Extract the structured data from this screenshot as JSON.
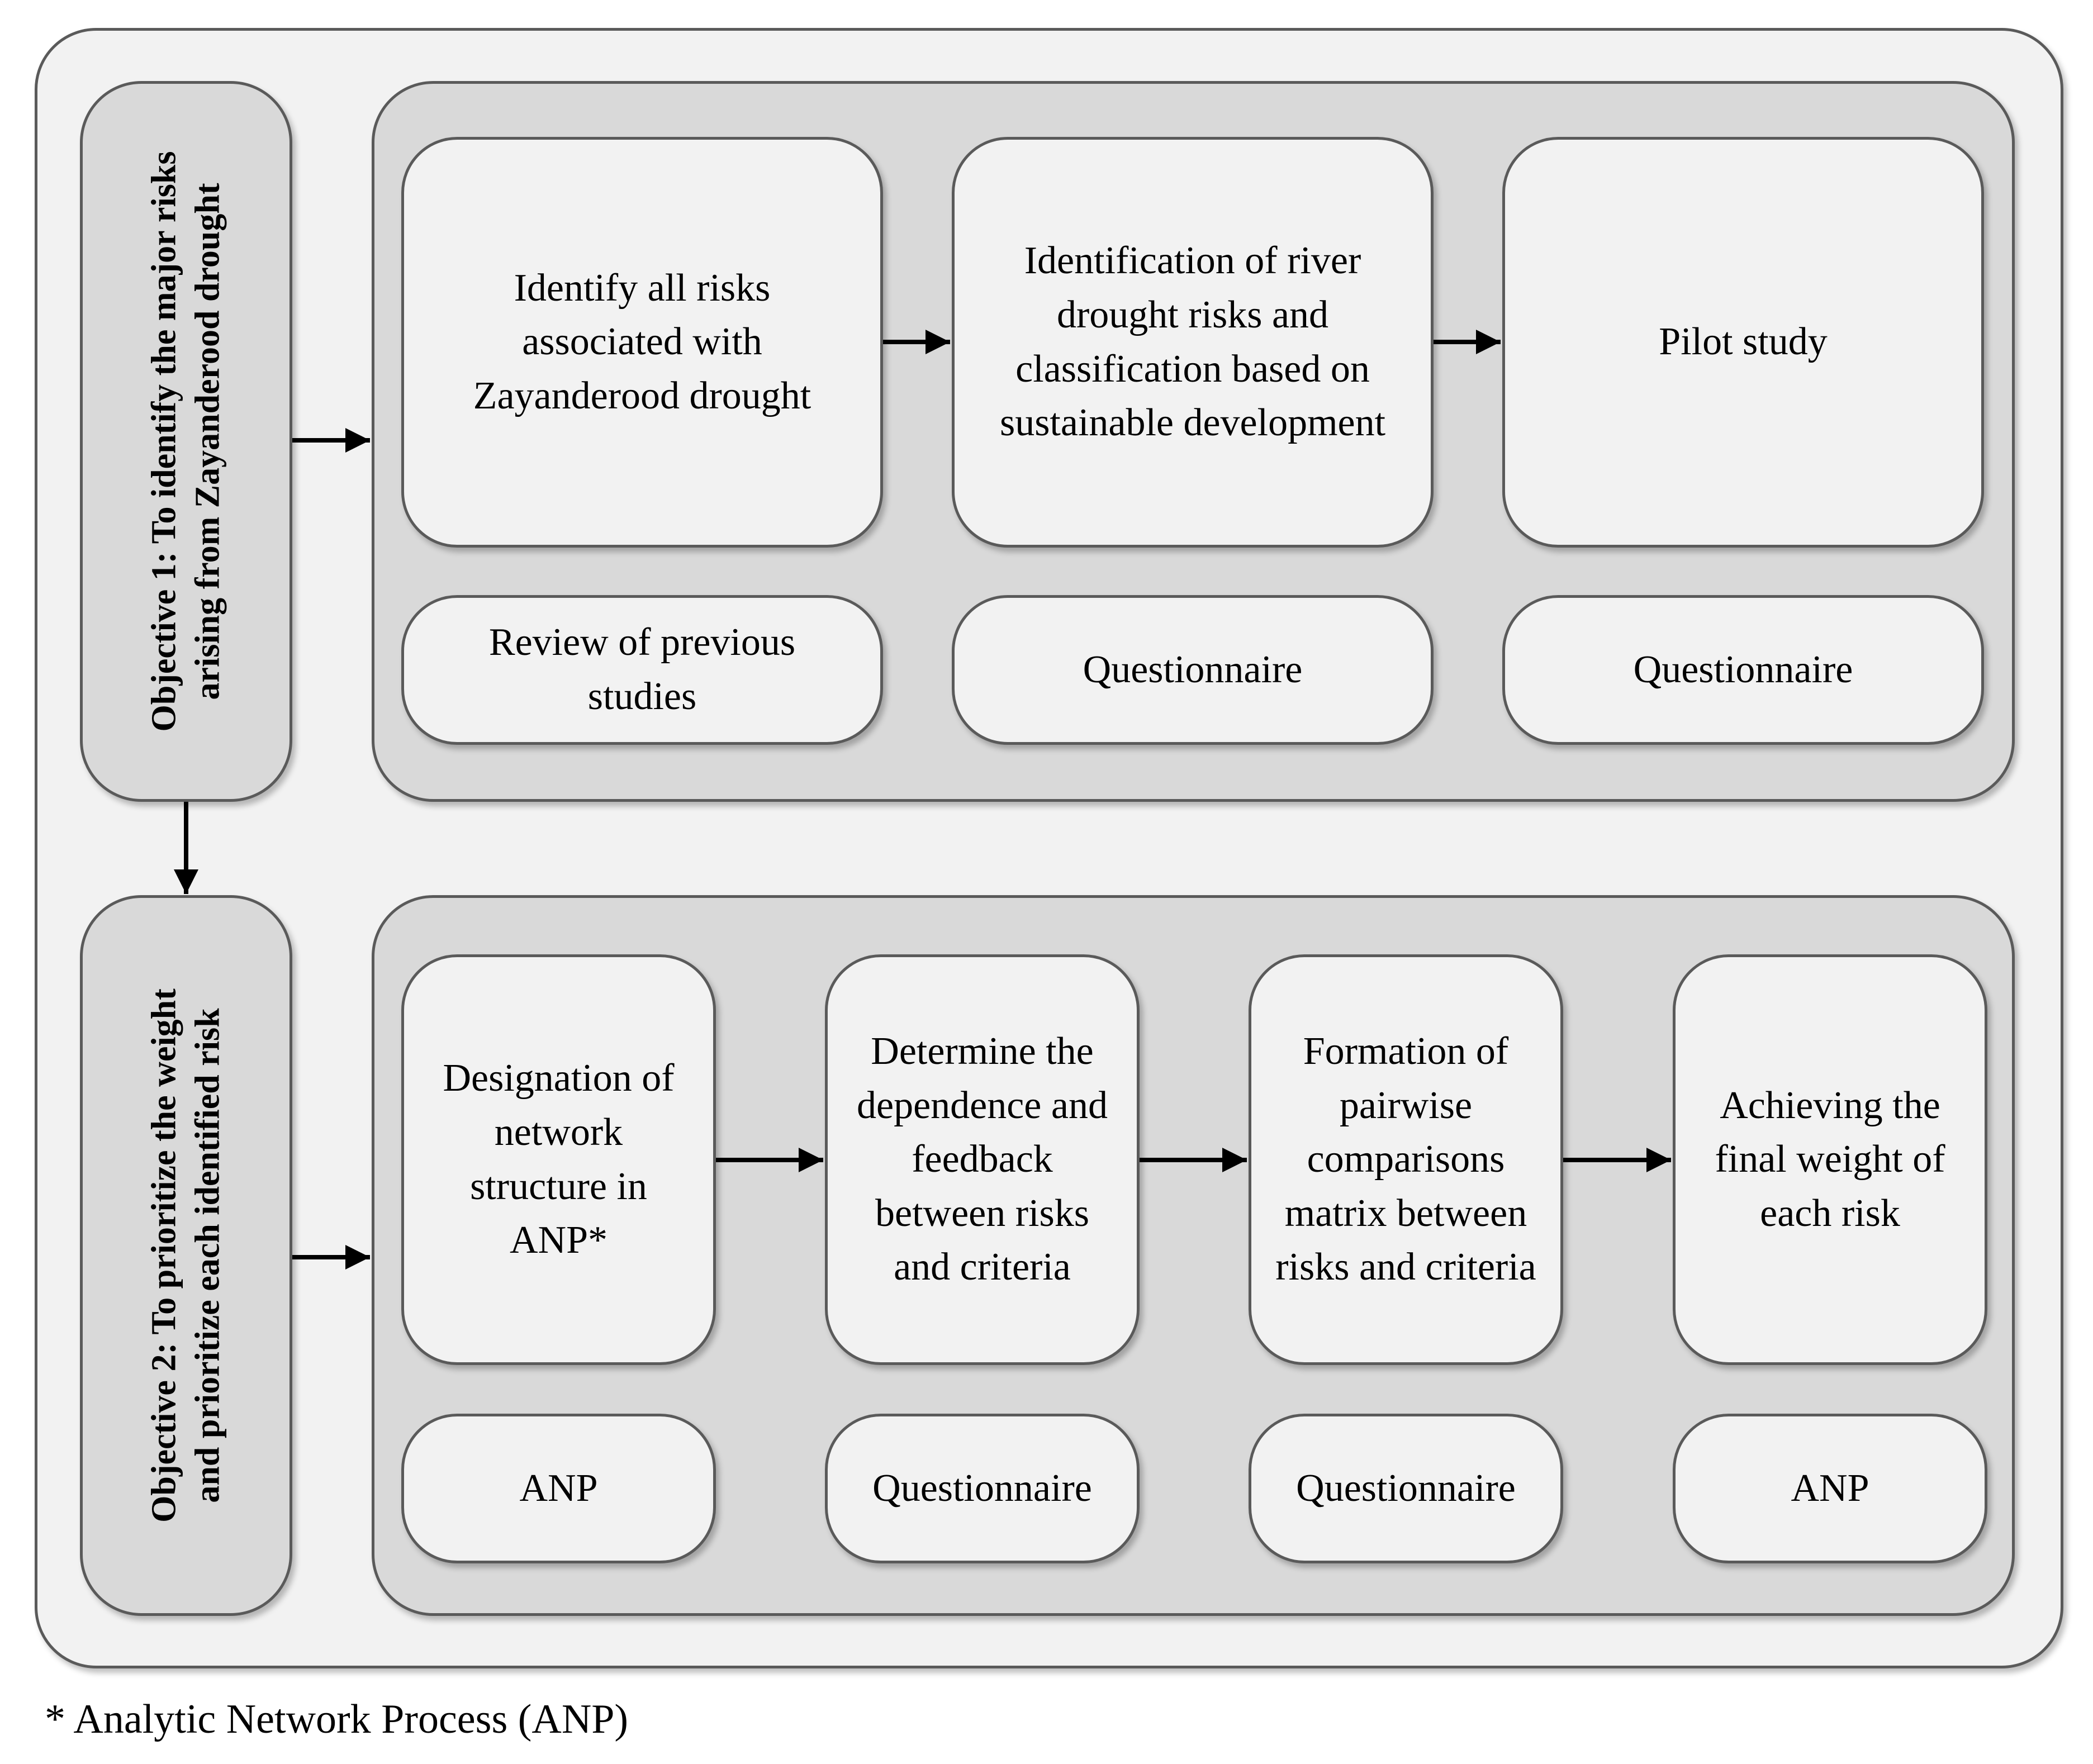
{
  "objective1": {
    "title": "Objective 1: To identify the major risks arising from Zayanderood drought",
    "title_lines": [
      "Objective 1: To identify the major risks",
      "arising from Zayanderood drought"
    ],
    "steps": [
      {
        "lines": [
          "Identify all risks",
          "associated with",
          "Zayanderood drought"
        ]
      },
      {
        "lines": [
          "Identification of river",
          "drought risks and",
          "classification based on",
          "sustainable development"
        ]
      },
      {
        "lines": [
          "Pilot study"
        ]
      }
    ],
    "methods": [
      {
        "lines": [
          "Review of previous",
          "studies"
        ]
      },
      {
        "lines": [
          "Questionnaire"
        ]
      },
      {
        "lines": [
          "Questionnaire"
        ]
      }
    ]
  },
  "objective2": {
    "title": "Objective 2: To prioritize the weight and prioritize each identified risk",
    "title_lines": [
      "Objective 2: To prioritize the weight",
      "and prioritize each identified risk"
    ],
    "steps": [
      {
        "lines": [
          "Designation of",
          "network",
          "structure in",
          "ANP*"
        ]
      },
      {
        "lines": [
          "Determine the",
          "dependence and",
          "feedback",
          "between risks",
          "and criteria"
        ]
      },
      {
        "lines": [
          "Formation of",
          "pairwise",
          "comparisons",
          "matrix between",
          "risks and criteria"
        ]
      },
      {
        "lines": [
          "Achieving the",
          "final weight of",
          "each risk"
        ]
      }
    ],
    "methods": [
      {
        "lines": [
          "ANP"
        ]
      },
      {
        "lines": [
          "Questionnaire"
        ]
      },
      {
        "lines": [
          "Questionnaire"
        ]
      },
      {
        "lines": [
          "ANP"
        ]
      }
    ]
  },
  "footnote": "* Analytic Network Process (ANP)"
}
